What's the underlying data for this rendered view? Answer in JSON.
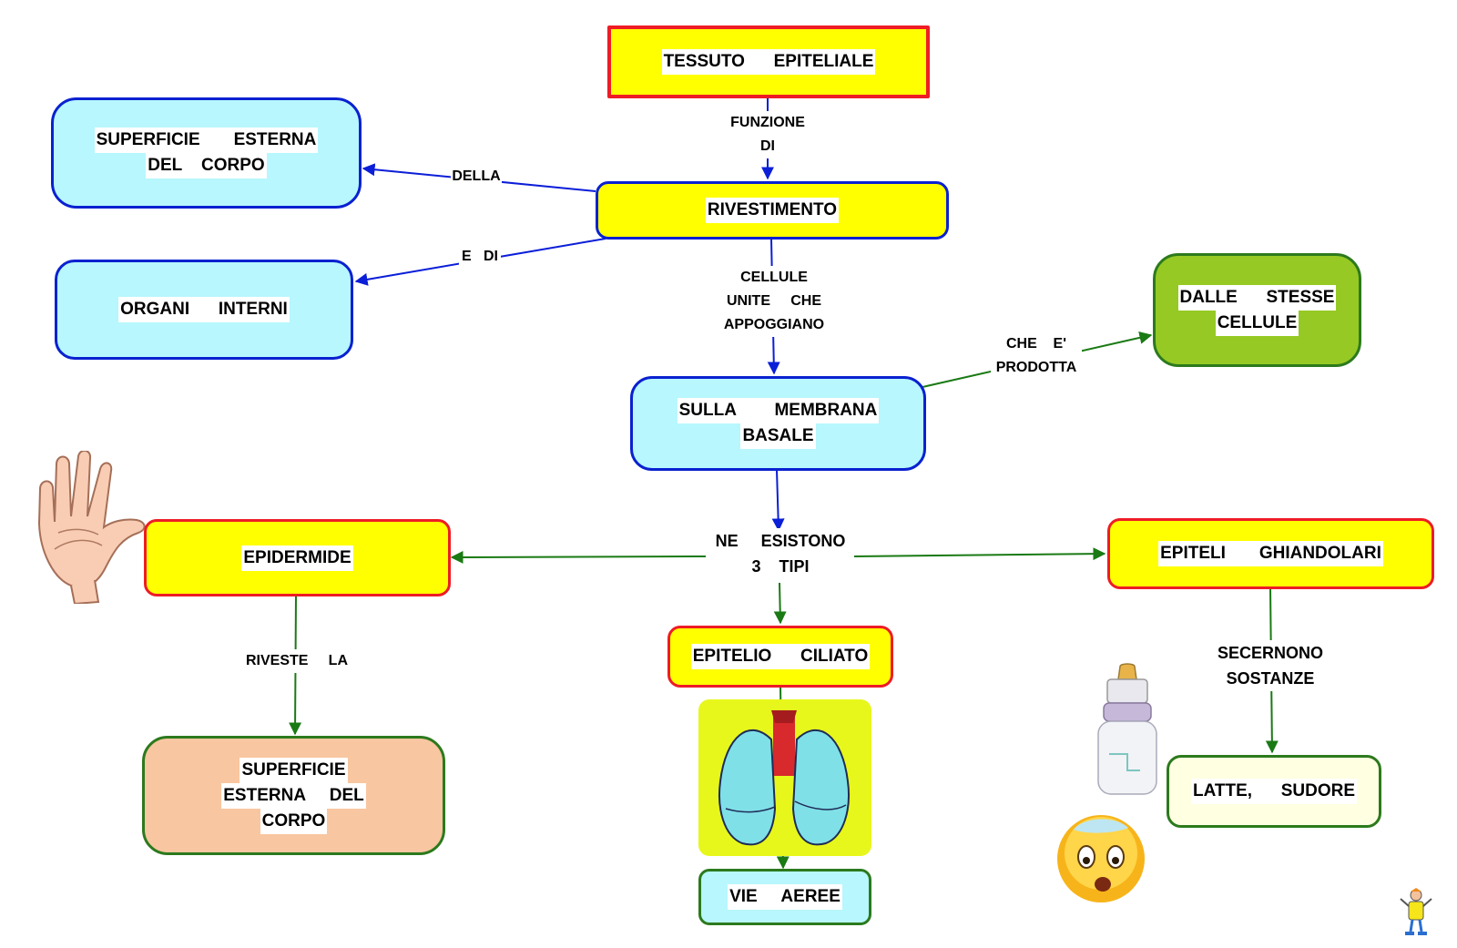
{
  "colors": {
    "yellow": "#ffff00",
    "red_border": "#ee1c25",
    "cyan": "#b7f7fd",
    "blue_border": "#0a21d0",
    "green_fill": "#96c923",
    "green_border": "#2c7a1d",
    "peach": "#f8c6a0",
    "cream": "#ffffe1",
    "blue_arrow": "#0b1ed8",
    "green_arrow": "#1a7a14"
  },
  "nodes": {
    "tessuto": [
      "TESSUTO      EPITELIALE"
    ],
    "superficie_esterna": [
      "SUPERFICIE       ESTERNA",
      "DEL    CORPO"
    ],
    "rivestimento": [
      "RIVESTIMENTO"
    ],
    "organi": [
      "ORGANI      INTERNI"
    ],
    "dalle_stesse": [
      "DALLE      STESSE",
      "CELLULE"
    ],
    "membrana": [
      "SULLA        MEMBRANA",
      "BASALE"
    ],
    "epidermide": [
      "EPIDERMIDE"
    ],
    "epiteli": [
      "EPITELI       GHIANDOLARI"
    ],
    "ciliato": [
      "EPITELIO      CILIATO"
    ],
    "superficie_corpo": [
      "SUPERFICIE",
      "ESTERNA     DEL",
      "CORPO"
    ],
    "latte": [
      "LATTE,      SUDORE"
    ],
    "vie_aeree": [
      "VIE     AEREE"
    ]
  },
  "labels": {
    "funzione": "FUNZIONE\nDI",
    "della": "DELLA",
    "e_di": "E   DI",
    "cellule_unite": "CELLULE\nUNITE     CHE\nAPPOGGIANO",
    "che_prodotta": "CHE    E'\nPRODOTTA",
    "ne_esistono": "NE     ESISTONO\n3    TIPI",
    "riveste": "RIVESTE     LA",
    "secernono": "SECERNONO\nSOSTANZE"
  },
  "illustrations": [
    "hand",
    "lungs",
    "baby-bottle",
    "sweating-emoji",
    "mascot"
  ]
}
